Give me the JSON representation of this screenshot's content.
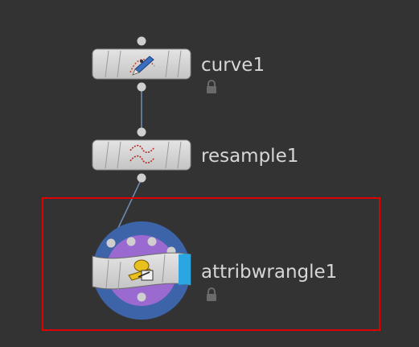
{
  "network": {
    "nodes": [
      {
        "id": "curve",
        "label": "curve1",
        "locked": true,
        "icon": "curve-pen-icon"
      },
      {
        "id": "resample",
        "label": "resample1",
        "locked": false,
        "icon": "resample-wave-icon"
      },
      {
        "id": "wrangle",
        "label": "attribwrangle1",
        "locked": true,
        "icon": "wrangle-vex-icon",
        "selected": true,
        "display_flag": true
      }
    ],
    "colors": {
      "background": "#333333",
      "node_body": "#cfcfcf",
      "wire": "#6f8fb8",
      "selection_box": "#e00000",
      "display_flag": "#2aa6e0",
      "halo_outer": "#3d64a8",
      "halo_inner": "#9a6ad0"
    }
  }
}
